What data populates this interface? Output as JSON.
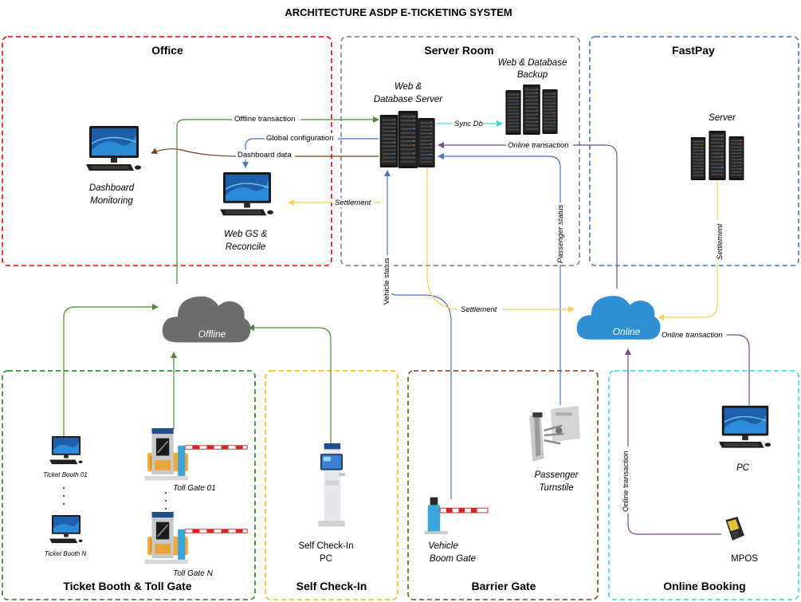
{
  "title": "ARCHITECTURE ASDP E-TICKETING SYSTEM",
  "zones": {
    "office": "Office",
    "server_room": "Server Room",
    "fastpay": "FastPay",
    "ticket_booth": "Ticket Booth & Toll Gate",
    "self_checkin": "Self Check-In",
    "barrier_gate": "Barrier Gate",
    "online_booking": "Online Booking"
  },
  "nodes": {
    "web_db_server": [
      "Web &",
      "Database Server"
    ],
    "web_db_backup": [
      "Web & Database",
      "Backup"
    ],
    "fastpay_server": "Server",
    "dashboard": [
      "Dashboard",
      "Monitoring"
    ],
    "web_gs": [
      "Web GS &",
      "Reconcile"
    ],
    "offline_cloud": "Offline",
    "online_cloud": "Online",
    "ticket_booth_01": "Ticket Booth 01",
    "ticket_booth_n": "Ticket Booth N",
    "toll_gate_01": "Toll Gate 01",
    "toll_gate_n": "Toll Gate N",
    "self_checkin_pc": [
      "Self Check-In",
      "PC"
    ],
    "vehicle_boom_gate": [
      "Vehicle",
      "Boom Gate"
    ],
    "passenger_turnstile": [
      "Passenger",
      "Turnstile"
    ],
    "pc": "PC",
    "mpos": "MPOS"
  },
  "edges": {
    "offline_transaction": "Offline transaction",
    "global_configuration": "Global configuration",
    "dashboard_data": "Dashboard data",
    "sync_db": "Sync Db",
    "online_transaction_server": "Online transaction",
    "settlement_office": "Settlement",
    "passenger_status": "Passenger status",
    "vehicle_status": "Vehicle status",
    "settlement_online": "Settlement",
    "settlement_fastpay": "Settlement",
    "online_transaction_pc": "Online transaction",
    "online_transaction_mpos": "Online transaction"
  },
  "colors": {
    "office": "#e0272a",
    "server_room": "#8c8c8c",
    "fastpay": "#5b86c4",
    "ticket_booth": "#3c8f3c",
    "self_checkin": "#f2c12e",
    "barrier_gate": "#8b5a3c",
    "online_booking": "#4fd8e8",
    "offline_flow": "#4f8a35",
    "config_flow": "#4a72c4",
    "dashboard_flow": "#7b3f1e",
    "settlement_flow": "#fbd15c",
    "online_flow": "#7b4aa0",
    "sync_flow": "#3ad6e6",
    "offline_cloud": "#6d6d6d",
    "online_cloud": "#2f8fd0"
  }
}
